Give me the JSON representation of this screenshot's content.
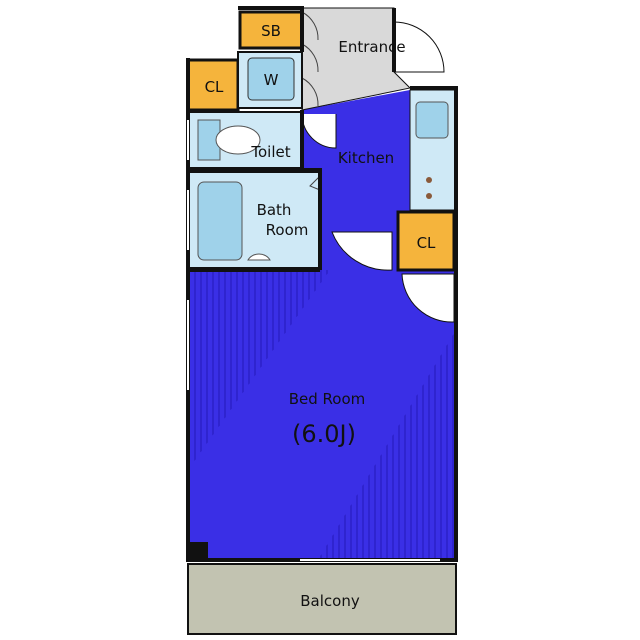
{
  "rooms": {
    "shoe_box": "SB",
    "entrance": "Entrance",
    "closet_top": "CL",
    "washer": "W",
    "toilet": "Toilet",
    "kitchen": "Kitchen",
    "bath_line1": "Bath",
    "bath_line2": "Room",
    "closet_right": "CL",
    "bed_room": "Bed Room",
    "bed_room_size": "(6.0J)",
    "balcony": "Balcony"
  },
  "colors": {
    "bedroom": "#3a2fe6",
    "wet_area": "#cfe9f6",
    "fixture": "#9fd2ea",
    "closet": "#f5b43c",
    "entrance": "#d9d9d9",
    "balcony": "#c2c3b1",
    "wall": "#111111"
  }
}
